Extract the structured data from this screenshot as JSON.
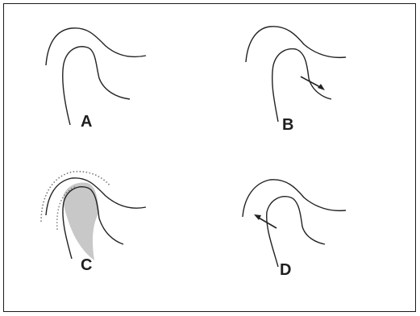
{
  "panels": [
    {
      "label": "A",
      "annotation": "none"
    },
    {
      "label": "B",
      "annotation": "arrow"
    },
    {
      "label": "C",
      "annotation": "shaded-layer"
    },
    {
      "label": "D",
      "annotation": "arrow"
    }
  ],
  "colors": {
    "line": "#222222",
    "shade": "#c8c8c8",
    "stipple": "#777777",
    "border": "#1a1a1a"
  }
}
